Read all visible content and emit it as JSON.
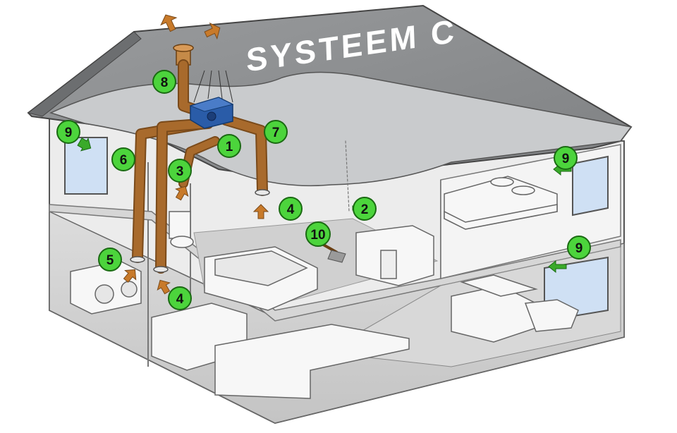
{
  "roof": {
    "brand": "SYSTEEM C",
    "superscript": "+®"
  },
  "labels": [
    {
      "id": "1",
      "text": "1"
    },
    {
      "id": "2",
      "text": "2"
    },
    {
      "id": "3",
      "text": "3"
    },
    {
      "id": "4a",
      "text": "4"
    },
    {
      "id": "4b",
      "text": "4"
    },
    {
      "id": "5",
      "text": "5"
    },
    {
      "id": "6",
      "text": "6"
    },
    {
      "id": "7",
      "text": "7"
    },
    {
      "id": "8",
      "text": "8"
    },
    {
      "id": "9a",
      "text": "9"
    },
    {
      "id": "9b",
      "text": "9"
    },
    {
      "id": "9c",
      "text": "9"
    },
    {
      "id": "10",
      "text": "10"
    }
  ],
  "colors": {
    "label_fill": "#4cd43c",
    "label_stroke": "#1a6a12",
    "duct": "#a86a2c",
    "duct_dark": "#7a4a1a",
    "fan_unit": "#2a5ca8",
    "roof": "#8a8c8e",
    "wall": "#f2f2f2",
    "floor": "#cfcfcf",
    "window": "#cfe0f4",
    "arrow_out": "#c87a2a",
    "arrow_in": "#3aaa2a"
  }
}
